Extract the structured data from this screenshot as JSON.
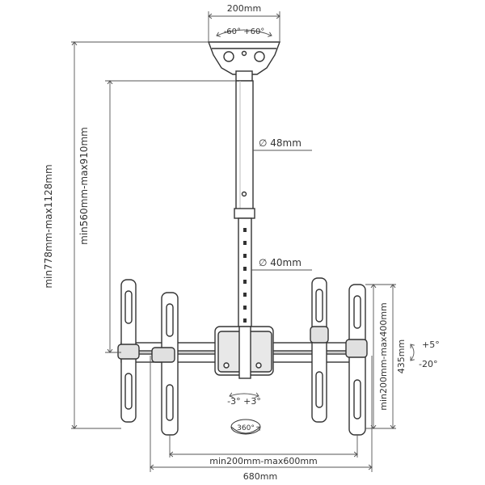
{
  "labels": {
    "plate_width": "200mm",
    "plate_tilt": "-60° +60°",
    "upper_tube": "∅ 48mm",
    "lower_tube": "∅ 40mm",
    "drop_outer": "min778mm-max1128mm",
    "drop_inner": "min560mm-max910mm",
    "bracket_vertical": "min200mm-max400mm",
    "bracket_height": "435mm",
    "tilt_up": "+5°",
    "tilt_down": "-20°",
    "level": "-3° +3°",
    "swivel": "360°",
    "bracket_horizontal": "min200mm-max600mm",
    "overall_width": "680mm"
  },
  "colors": {
    "line": "#333333",
    "dim_line": "#555555",
    "fill": "#ffffff",
    "shade": "#d8d8d8"
  }
}
